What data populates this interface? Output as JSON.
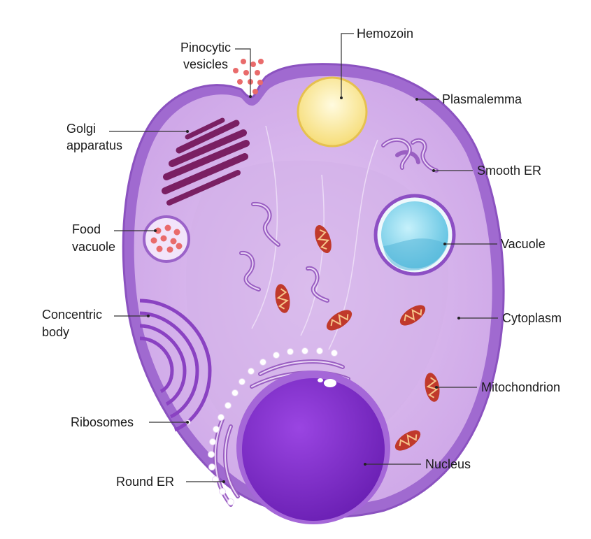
{
  "labels": {
    "pinocytic_1": "Pinocytic",
    "pinocytic_2": "vesicles",
    "hemozoin": "Hemozoin",
    "plasmalemma": "Plasmalemma",
    "golgi_1": "Golgi",
    "golgi_2": "apparatus",
    "smooth_er": "Smooth ER",
    "food_1": "Food",
    "food_2": "vacuole",
    "vacuole": "Vacuole",
    "concentric_1": "Concentric",
    "concentric_2": "body",
    "cytoplasm": "Cytoplasm",
    "mitochondrion": "Mitochondrion",
    "ribosomes": "Ribosomes",
    "nucleus": "Nucleus",
    "round_er": "Round ER"
  },
  "colors": {
    "membrane": "#9b63c9",
    "cytoplasm": "#d8b8ec",
    "golgi": "#7a1f63",
    "hemozoin": "#fdf3b0",
    "vacuole": "#8fd9ee",
    "nucleus": "#7e2fc8",
    "mitochondrion": "#c0392b"
  }
}
